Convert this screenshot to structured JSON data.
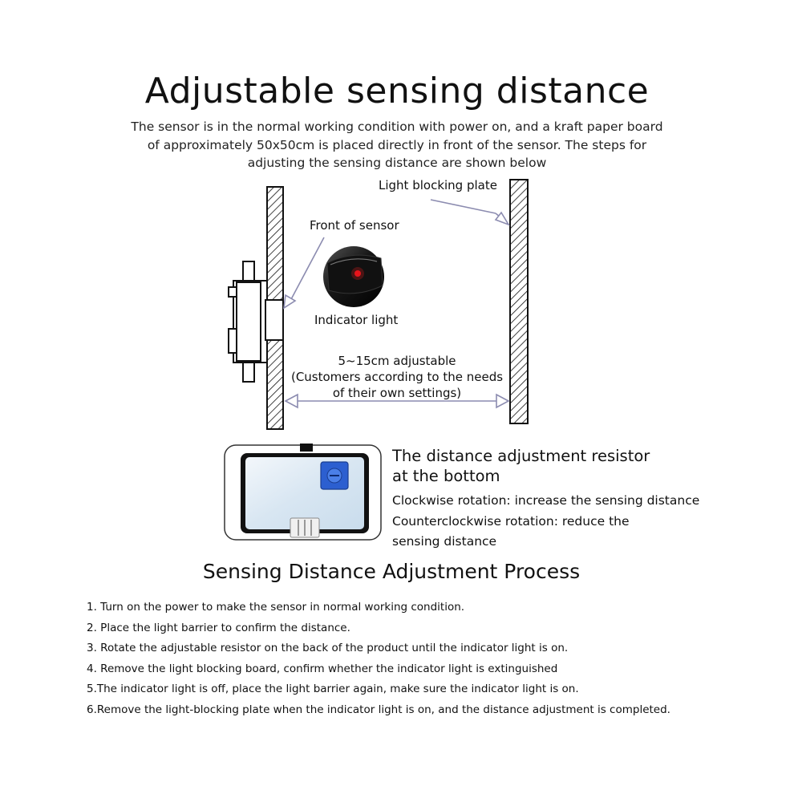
{
  "title": "Adjustable sensing distance",
  "intro": [
    "The sensor is in the normal working condition with power on, and a kraft paper board",
    "of approximately 50x50cm is placed directly in front of the sensor. The steps for",
    "adjusting the sensing distance are shown below"
  ],
  "diagram": {
    "light_blocking_plate": "Light blocking plate",
    "front_of_sensor": "Front of sensor",
    "indicator_light": "Indicator light",
    "distance_line1": "5~15cm adjustable",
    "distance_line2": "(Customers according to the needs",
    "distance_line3": "of their own settings)"
  },
  "resistor": {
    "heading_line1": "The distance adjustment resistor",
    "heading_line2": "at the bottom",
    "text": [
      "Clockwise rotation: increase the sensing distance",
      "Counterclockwise rotation: reduce the",
      "sensing distance"
    ]
  },
  "process": {
    "title": "Sensing Distance Adjustment Process",
    "steps": [
      "1. Turn on the power to make the sensor in normal working condition.",
      "2. Place the light barrier to confirm the distance.",
      "3. Rotate the adjustable resistor on the back of the product until the indicator light is on.",
      "4. Remove the light blocking board, confirm whether the indicator light is extinguished",
      "5.The indicator light is off, place the light barrier again, make sure the indicator light is on.",
      "6.Remove the light-blocking plate when the indicator light is on, and the distance adjustment is completed."
    ]
  },
  "colors": {
    "arrow": "#8c8cb0",
    "indicator_red": "#e0101a",
    "resistor_blue": "#2c5fd0"
  }
}
